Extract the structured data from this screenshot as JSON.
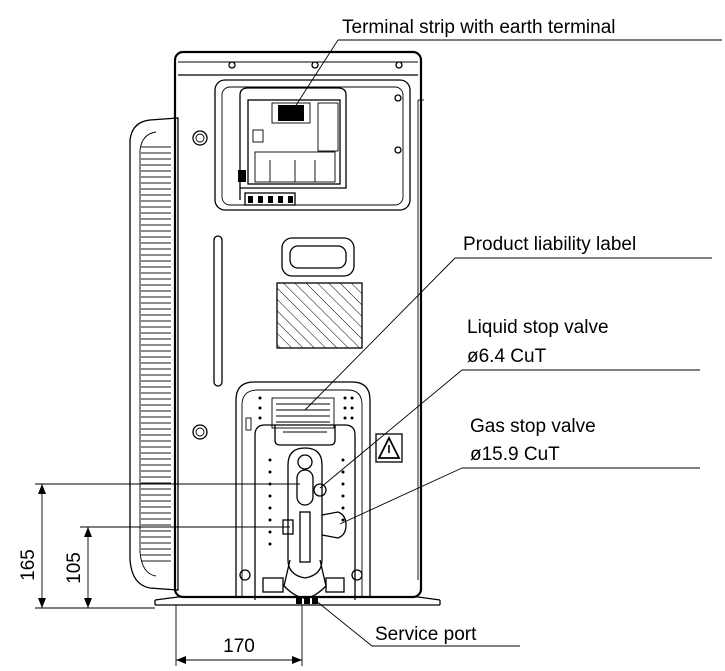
{
  "labels": {
    "terminal_strip": "Terminal strip with earth terminal",
    "product_label": "Product liability label",
    "liquid_valve": "Liquid stop valve",
    "liquid_valve_size": "ø6.4 CuT",
    "gas_valve": "Gas stop valve",
    "gas_valve_size": "ø15.9 CuT",
    "service_port": "Service port"
  },
  "dimensions": {
    "height_gas": "165",
    "height_liquid": "105",
    "width_port": "170"
  }
}
